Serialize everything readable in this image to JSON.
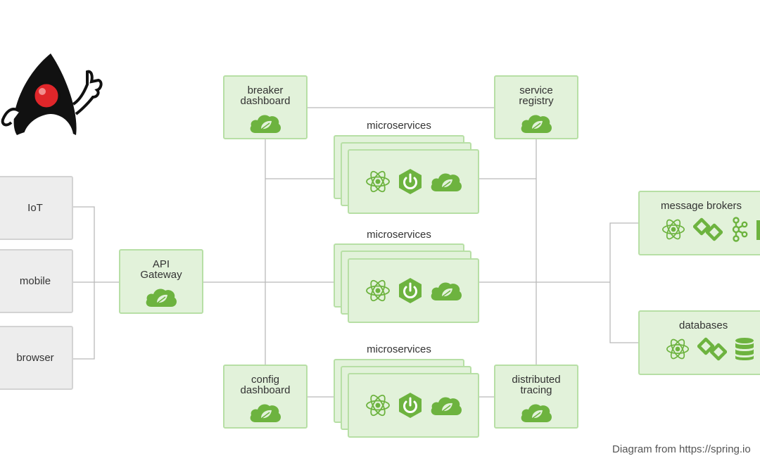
{
  "clients": [
    "IoT",
    "mobile",
    "browser"
  ],
  "gateway": {
    "line1": "API",
    "line2": "Gateway"
  },
  "breaker": {
    "line1": "breaker",
    "line2": "dashboard"
  },
  "registry": {
    "line1": "service",
    "line2": "registry"
  },
  "config": {
    "line1": "config",
    "line2": "dashboard"
  },
  "tracing": {
    "line1": "distributed",
    "line2": "tracing"
  },
  "microservices": [
    "microservices",
    "microservices",
    "microservices"
  ],
  "brokers": {
    "label": "message brokers"
  },
  "databases": {
    "label": "databases"
  },
  "credit": "Diagram from https://spring.io",
  "colors": {
    "green_fill": "#e2f2da",
    "green_border": "#b7dfa5",
    "spring_green": "#6db33f",
    "line": "#b9b9b9"
  },
  "icons": [
    "duke-mascot",
    "spring-leaf-icon",
    "atom-icon",
    "spring-boot-power-icon",
    "chain-link-icon",
    "kafka-icon",
    "rabbitmq-icon",
    "database-icon"
  ]
}
